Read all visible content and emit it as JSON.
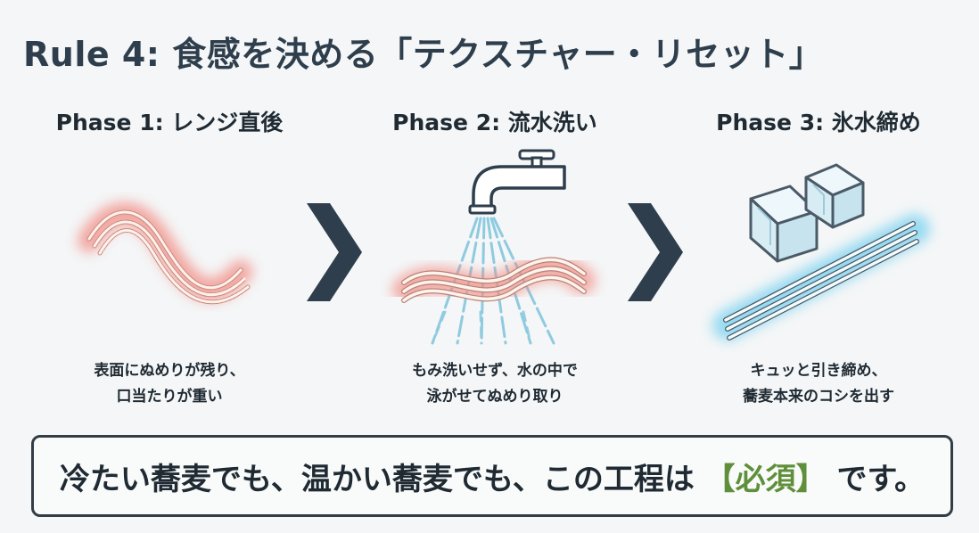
{
  "title": "Rule 4: 食感を決める「テクスチャー・リセット」",
  "phases": [
    {
      "title": "Phase 1: レンジ直後",
      "caption_lines": [
        "表面にぬめりが残り、",
        "口当たりが重い"
      ]
    },
    {
      "title": "Phase 2: 流水洗い",
      "caption_lines": [
        "もみ洗いせず、水の中で",
        "泳がせてぬめり取り"
      ]
    },
    {
      "title": "Phase 3: 氷水締め",
      "caption_lines": [
        "キュッと引き締め、",
        "蕎麦本来のコシを出す"
      ]
    }
  ],
  "banner": {
    "before": "冷たい蕎麦でも、温かい蕎麦でも、この工程は",
    "emphasis": "【必須】",
    "after": "です。"
  },
  "icons": [
    "noodle-hot-icon",
    "arrow-right-icon",
    "faucet-icon",
    "water-stream-icon",
    "noodle-wash-icon",
    "arrow-right-icon",
    "ice-cube-icon",
    "noodle-cold-icon"
  ],
  "colors": {
    "accent": "#5f8f3a",
    "warm_glow": "#f28b82",
    "cool_glow": "#7fd3f0",
    "dark": "#2e3e4c"
  }
}
